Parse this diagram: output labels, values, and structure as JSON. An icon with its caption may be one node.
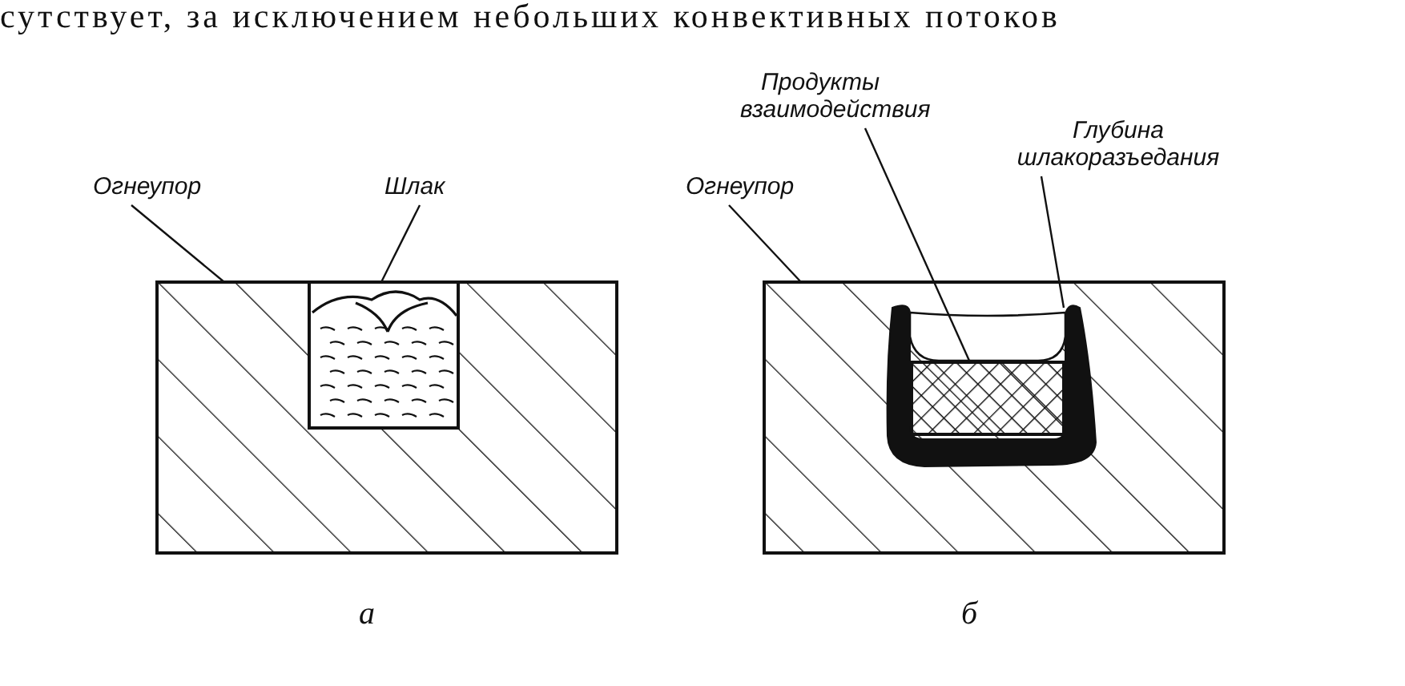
{
  "diagram": {
    "nodes": [
      {
        "text": [],
        "shape": "box"
      },
      {
        "text": [],
        "shape": "box",
        "in": 0
      },
      {
        "text": [
          "Огнеупор"
        ]
      },
      {
        "text": [
          "Шлак"
        ]
      },
      {
        "text": [],
        "shape": "box"
      },
      {
        "text": [],
        "shape": "band",
        "in": 4
      },
      {
        "text": [],
        "shape": "box",
        "in": 4
      },
      {
        "text": [
          "Огнеупор"
        ]
      },
      {
        "text": [
          "Продукты взаимодействия"
        ]
      },
      {
        "text": [
          "Глубина шлакоразъедания"
        ]
      }
    ],
    "edges": [
      {
        "from": 2,
        "to": 0,
        "arrow": "none"
      },
      {
        "from": 3,
        "to": 1,
        "arrow": "none"
      },
      {
        "from": 7,
        "to": 4,
        "arrow": "none"
      },
      {
        "from": 8,
        "to": 6,
        "arrow": "none"
      },
      {
        "from": 9,
        "to": 5,
        "arrow": "none"
      }
    ],
    "labels": [
      "сутствует, за исключением небольших конвективных потоков",
      "а",
      "б"
    ]
  }
}
